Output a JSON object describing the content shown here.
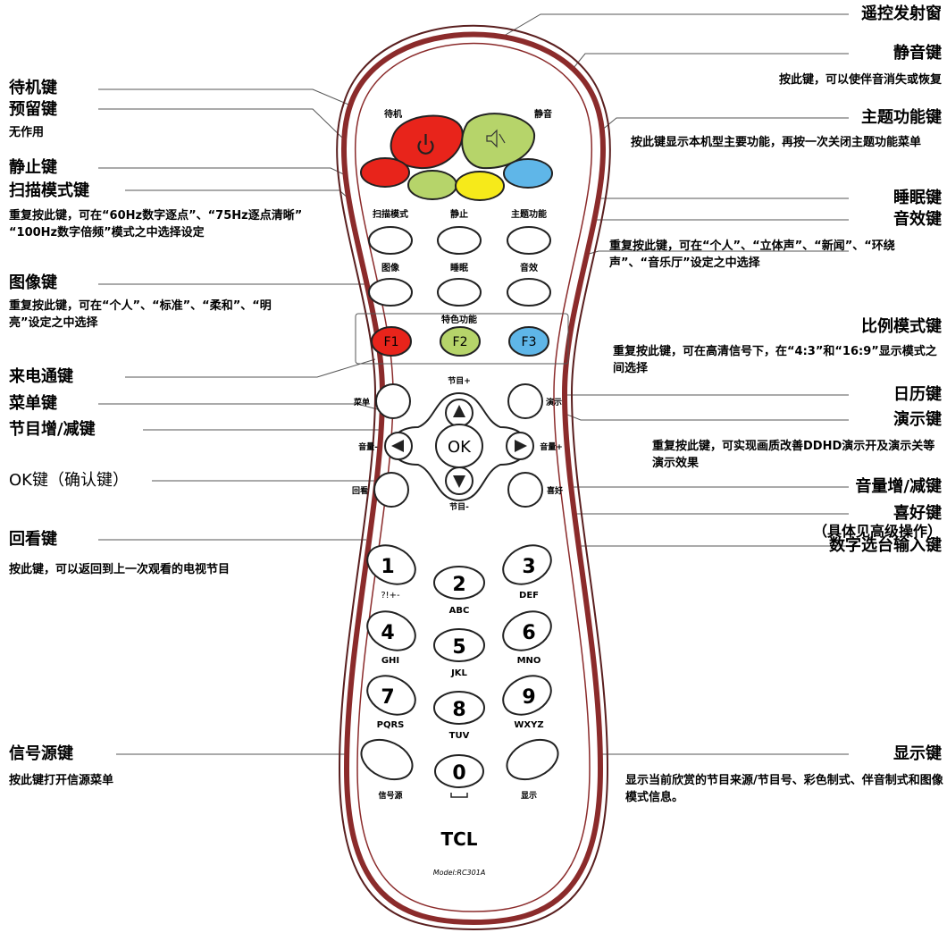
{
  "remote": {
    "labels": {
      "standby": "待机",
      "mute": "静音",
      "scan": "扫描模式",
      "still": "静止",
      "theme": "主题功能",
      "picture": "图像",
      "sleep": "睡眠",
      "sound": "音效",
      "special": "特色功能",
      "f1": "F1",
      "f2": "F2",
      "f3": "F3",
      "menu": "菜单",
      "demo": "演示",
      "prog_up": "节目+",
      "prog_down": "节目-",
      "vol_down": "音量-",
      "vol_up": "音量+",
      "ok": "OK",
      "recall": "回看",
      "favorite": "喜好",
      "source": "信号源",
      "display": "显示",
      "brand": "TCL",
      "model": "Model:RC301A"
    },
    "digits": [
      {
        "num": "1",
        "sub": "?!+-"
      },
      {
        "num": "2",
        "sub": "ABC"
      },
      {
        "num": "3",
        "sub": "DEF"
      },
      {
        "num": "4",
        "sub": "GHI"
      },
      {
        "num": "5",
        "sub": "JKL"
      },
      {
        "num": "6",
        "sub": "MNO"
      },
      {
        "num": "7",
        "sub": "PQRS"
      },
      {
        "num": "8",
        "sub": "TUV"
      },
      {
        "num": "9",
        "sub": "WXYZ"
      },
      {
        "num": "0",
        "sub": ""
      }
    ],
    "colors": {
      "red": "#e8241b",
      "green": "#b6d46a",
      "yellow": "#f6ea1a",
      "blue": "#5fb6e8",
      "outline": "#8b2b2b",
      "body": "#ffffff"
    }
  },
  "annotations": {
    "left": [
      {
        "title": "待机键",
        "desc": ""
      },
      {
        "title": "预留键",
        "desc": "无作用"
      },
      {
        "title": "静止键",
        "desc": ""
      },
      {
        "title": "扫描模式键",
        "desc": "重复按此键，可在“60Hz数字逐点”、“75Hz逐点清晰” “100Hz数字倍频”模式之中选择设定"
      },
      {
        "title": "图像键",
        "desc": "重复按此键，可在“个人”、“标准”、“柔和”、“明亮”设定之中选择"
      },
      {
        "title": "来电通键",
        "desc": ""
      },
      {
        "title": "菜单键",
        "desc": ""
      },
      {
        "title": "节目增/减键",
        "desc": ""
      },
      {
        "title": "OK键（确认键）",
        "desc": ""
      },
      {
        "title": "回看键",
        "desc": "按此键，可以返回到上一次观看的电视节目"
      },
      {
        "title": "信号源键",
        "desc": "按此键打开信源菜单"
      }
    ],
    "right": [
      {
        "title": "遥控发射窗",
        "desc": ""
      },
      {
        "title": "静音键",
        "desc": "按此键，可以使伴音消失或恢复"
      },
      {
        "title": "主题功能键",
        "desc": "按此键显示本机型主要功能，再按一次关闭主题功能菜单"
      },
      {
        "title": "睡眠键",
        "desc": ""
      },
      {
        "title": "音效键",
        "desc": "重复按此键，可在“个人”、“立体声”、“新闻”、“环绕声”、“音乐厅”设定之中选择"
      },
      {
        "title": "比例模式键",
        "desc": "重复按此键，可在高清信号下，在“4:3”和“16:9”显示模式之间选择"
      },
      {
        "title": "日历键",
        "desc": ""
      },
      {
        "title": "演示键",
        "desc": "重复按此键，可实现画质改善DDHD演示开及演示关等演示效果"
      },
      {
        "title": "音量增/减键",
        "desc": ""
      },
      {
        "title": "喜好键",
        "desc": "（具体见高级操作）"
      },
      {
        "title": "数字选台输入键",
        "desc": ""
      },
      {
        "title": "显示键",
        "desc": "显示当前欣赏的节目来源/节目号、彩色制式、伴音制式和图像模式信息。"
      }
    ]
  }
}
